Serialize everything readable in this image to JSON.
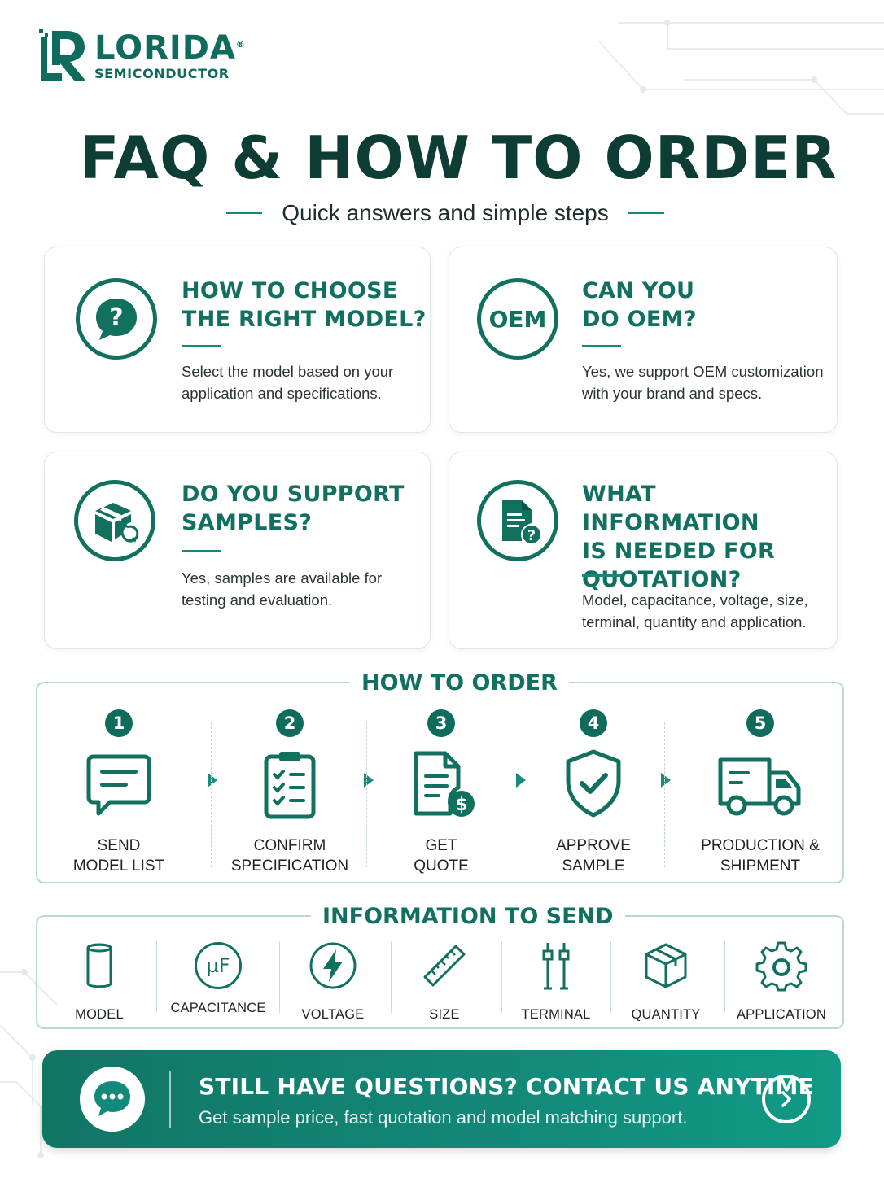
{
  "brand": {
    "name": "LORIDA",
    "registered": "®",
    "tagline": "SEMICONDUCTOR"
  },
  "header": {
    "title": "FAQ & HOW TO ORDER",
    "subtitle": "Quick answers and simple steps"
  },
  "faq": [
    {
      "icon": "question-bubble-icon",
      "title_lines": [
        "HOW TO CHOOSE",
        "THE RIGHT MODEL?"
      ],
      "answer_lines": [
        "Select the model based on your",
        "application and specifications."
      ]
    },
    {
      "icon": "oem-badge-icon",
      "icon_text": "OEM",
      "title_lines": [
        "CAN YOU",
        "DO OEM?"
      ],
      "answer_lines": [
        "Yes, we support OEM customization",
        "with your brand and specs."
      ]
    },
    {
      "icon": "sample-box-icon",
      "title_lines": [
        "DO YOU SUPPORT",
        "SAMPLES?"
      ],
      "answer_lines": [
        "Yes, samples are available for",
        "testing and evaluation."
      ]
    },
    {
      "icon": "document-question-icon",
      "title_lines": [
        "WHAT INFORMATION",
        "IS NEEDED FOR",
        "QUOTATION?"
      ],
      "answer_lines": [
        "Model, capacitance, voltage, size,",
        "terminal, quantity and application."
      ]
    }
  ],
  "how_to_order": {
    "title": "HOW TO ORDER",
    "steps": [
      {
        "number": "1",
        "label": "SEND\nMODEL LIST",
        "icon": "chat-message-icon"
      },
      {
        "number": "2",
        "label": "CONFIRM\nSPECIFICATION",
        "icon": "clipboard-checklist-icon"
      },
      {
        "number": "3",
        "label": "GET\nQUOTE",
        "icon": "quote-document-dollar-icon"
      },
      {
        "number": "4",
        "label": "APPROVE\nSAMPLE",
        "icon": "shield-check-icon"
      },
      {
        "number": "5",
        "label": "PRODUCTION &\nSHIPMENT",
        "icon": "delivery-truck-icon"
      }
    ]
  },
  "information_to_send": {
    "title": "INFORMATION TO SEND",
    "items": [
      {
        "label": "MODEL",
        "icon": "capacitor-cylinder-icon"
      },
      {
        "label": "CAPACITANCE",
        "icon": "microfarad-icon",
        "icon_text": "µF"
      },
      {
        "label": "VOLTAGE",
        "icon": "lightning-bolt-icon"
      },
      {
        "label": "SIZE",
        "icon": "ruler-icon"
      },
      {
        "label": "TERMINAL",
        "icon": "terminal-pins-icon"
      },
      {
        "label": "QUANTITY",
        "icon": "package-box-icon"
      },
      {
        "label": "APPLICATION",
        "icon": "gear-icon"
      }
    ]
  },
  "contact": {
    "title": "STILL HAVE QUESTIONS? CONTACT US ANYTIME",
    "text": "Get sample price, fast quotation and model matching support."
  },
  "colors": {
    "primary": "#12705f",
    "dark_title": "#0e3d36",
    "banner": "#13897a"
  }
}
